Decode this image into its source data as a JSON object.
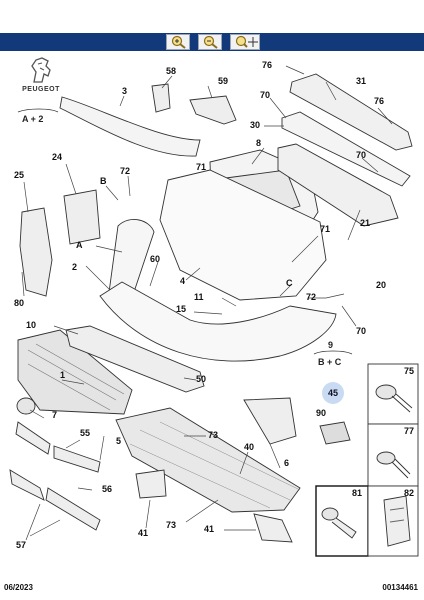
{
  "brand": {
    "name": "PEUGEOT"
  },
  "toolbar": {
    "buttons": [
      {
        "name": "zoom-in-button",
        "icon": "zoom-in-icon"
      },
      {
        "name": "zoom-out-button",
        "icon": "zoom-out-icon"
      },
      {
        "name": "zoom-move-button",
        "icon": "zoom-move-icon"
      }
    ]
  },
  "variants": {
    "a2": "A + 2",
    "bc": "B + C",
    "nine": "9"
  },
  "callouts": {
    "c3": "3",
    "c58": "58",
    "c59": "59",
    "c76a": "76",
    "c31": "31",
    "c70a": "70",
    "c76b": "76",
    "c30": "30",
    "c8": "8",
    "c70b": "70",
    "c71a": "71",
    "c24": "24",
    "c72a": "72",
    "cB": "B",
    "c25": "25",
    "cA": "A",
    "c2": "2",
    "c60": "60",
    "c4": "4",
    "c71b": "71",
    "c21": "21",
    "c80": "80",
    "cC": "C",
    "c20": "20",
    "c11": "11",
    "c72b": "72",
    "c15": "15",
    "c70c": "70",
    "c10": "10",
    "c1": "1",
    "c50": "50",
    "c7": "7",
    "c55": "55",
    "c5": "5",
    "c73a": "73",
    "c40": "40",
    "c6": "6",
    "c56": "56",
    "c57": "57",
    "c41a": "41",
    "c73b": "73",
    "c41b": "41",
    "c45": "45",
    "c90": "90",
    "c75": "75",
    "c77": "77",
    "c81": "81",
    "c82": "82"
  },
  "footer": {
    "date": "06/2023",
    "ref": "00134461"
  },
  "colors": {
    "toolbar": "#123a7a",
    "highlight": "#c9daf3",
    "line": "#333333"
  }
}
